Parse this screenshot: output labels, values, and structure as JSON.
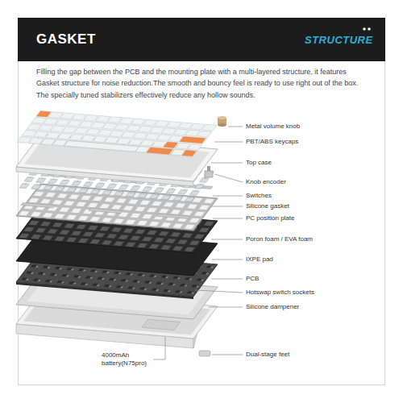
{
  "diagram": {
    "title": "GASKET",
    "labels": [
      "STRUCTURE",
      "Filling the gap between the PCB and the mounting plate with a multi-layered structure, it features Gasket structure for noise reduction.The smooth and bouncy feel is ready to use right out of the box. The specially tuned stabilizers effectively reduce any hollow sounds.",
      "Metal volume knob",
      "PBT/ABS keycaps",
      "Top case",
      "Knob encoder",
      "Switches",
      "Silicone gasket",
      "PC position plate",
      "Poron foam / EVA foam",
      "IXPE pad",
      "PCB",
      "Hotswap switch sockets",
      "Silicone dampener",
      "4000mAh battery(N75pro)",
      "Dual-stage feet"
    ]
  }
}
